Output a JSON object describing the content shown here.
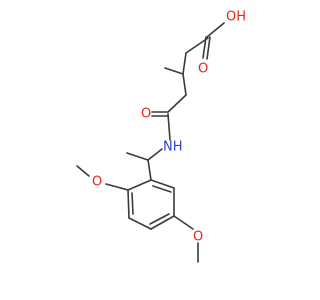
{
  "molecule": {
    "atom_labels": {
      "carboxyl_oxygen": "O",
      "hydroxyl": "OH",
      "amide_oxygen": "O",
      "amide_nitrogen": "NH",
      "methoxy_oxygen_upper": "O",
      "methoxy_oxygen_lower": "O"
    },
    "colors": {
      "bond": "#3a3a3a",
      "oxygen": "#e8221e",
      "nitrogen": "#2f3fd8"
    }
  }
}
